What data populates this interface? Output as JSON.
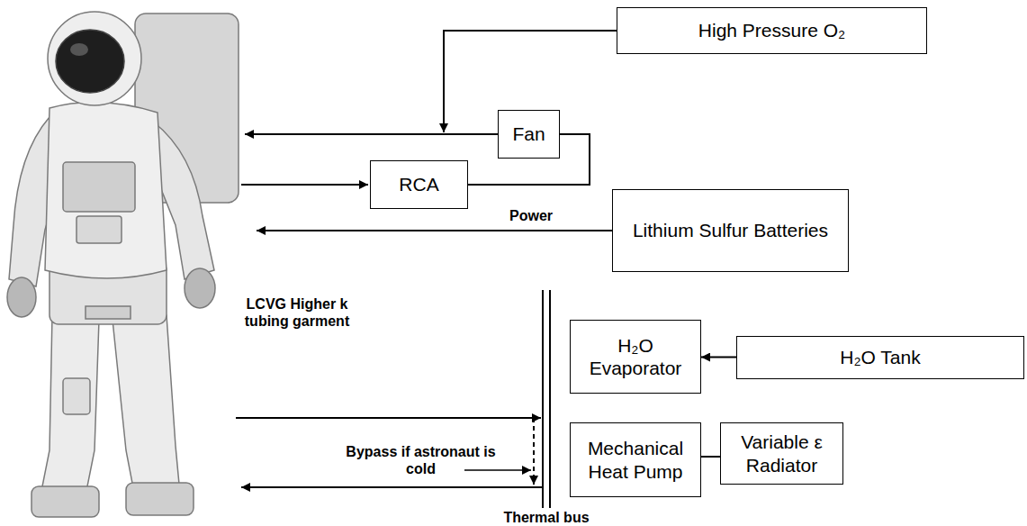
{
  "diagram": {
    "nodes": [
      {
        "text": [
          "High Pressure O₂"
        ]
      },
      {
        "text": [
          "Fan"
        ]
      },
      {
        "text": [
          "RCA"
        ]
      },
      {
        "text": [
          "Lithium Sulfur Batteries"
        ]
      },
      {
        "text": [
          "H₂O Evaporator"
        ]
      },
      {
        "text": [
          "H₂O Tank"
        ]
      },
      {
        "text": [
          "Mechanical Heat Pump"
        ]
      },
      {
        "text": [
          "Variable ε Radiator"
        ]
      }
    ],
    "edges": [
      {
        "from": 2,
        "to": 1,
        "arrow": "none"
      },
      {
        "from": 5,
        "to": 4,
        "arrow": "to"
      },
      {
        "from": 6,
        "to": 7,
        "arrow": "none"
      }
    ],
    "labels": [
      "Power",
      "LCVG Higher k tubing garment",
      "Bypass if astronaut is cold",
      "Thermal bus"
    ]
  }
}
